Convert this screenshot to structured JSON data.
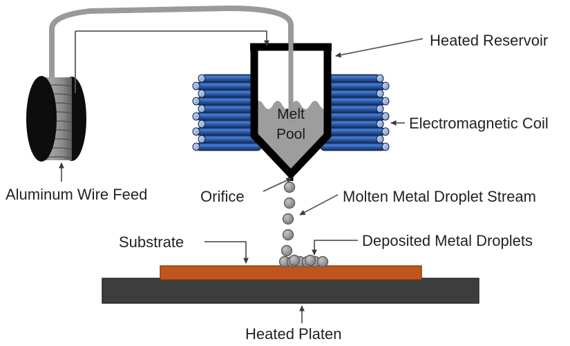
{
  "figure": {
    "title": "Molten metal droplet deposition process schematic",
    "background_color": "#ffffff"
  },
  "labels": {
    "heated_reservoir": "Heated Reservoir",
    "electromagnetic_coil": "Electromagnetic Coil",
    "aluminum_wire_feed": "Aluminum Wire Feed",
    "orifice": "Orifice",
    "molten_metal_droplet_stream": "Molten Metal Droplet Stream",
    "substrate": "Substrate",
    "deposited_metal_droplets": "Deposited Metal Droplets",
    "heated_platen": "Heated Platen",
    "melt_pool_line1": "Melt",
    "melt_pool_line2": "Pool"
  },
  "colors": {
    "text": "#231f20",
    "leader": "#58595b",
    "reservoir_wall": "#000000",
    "melt_pool": "#9d9d9d",
    "coil_body": "#2a5caa",
    "coil_body_dark": "#16346b",
    "coil_cap": "#a8bbdf",
    "coil_outline": "#11224a",
    "spool_flange": "#0d0d0d",
    "spool_wire": "#8c8c8c",
    "wire_feed_line": "#9a9a9a",
    "droplet_fill": "#9b9b9b",
    "droplet_outline": "#5e5e5e",
    "substrate": "#c0561b",
    "substrate_outline": "#8c3d12",
    "platen": "#3d3d3d",
    "platen_outline": "#2a2a2a"
  },
  "components": {
    "spool": {
      "name": "Aluminum wire spool",
      "wire_turns": 9
    },
    "coils": {
      "name": "Electromagnetic induction coil",
      "left_turns": 9,
      "right_turns": 9
    },
    "reservoir": {
      "name": "Heated crucible reservoir",
      "content": "Melt Pool"
    },
    "droplet_stream": {
      "count": 6
    },
    "deposited_droplets": {
      "count": 8
    },
    "substrate": {
      "name": "Substrate plate"
    },
    "platen": {
      "name": "Heated platen"
    }
  }
}
